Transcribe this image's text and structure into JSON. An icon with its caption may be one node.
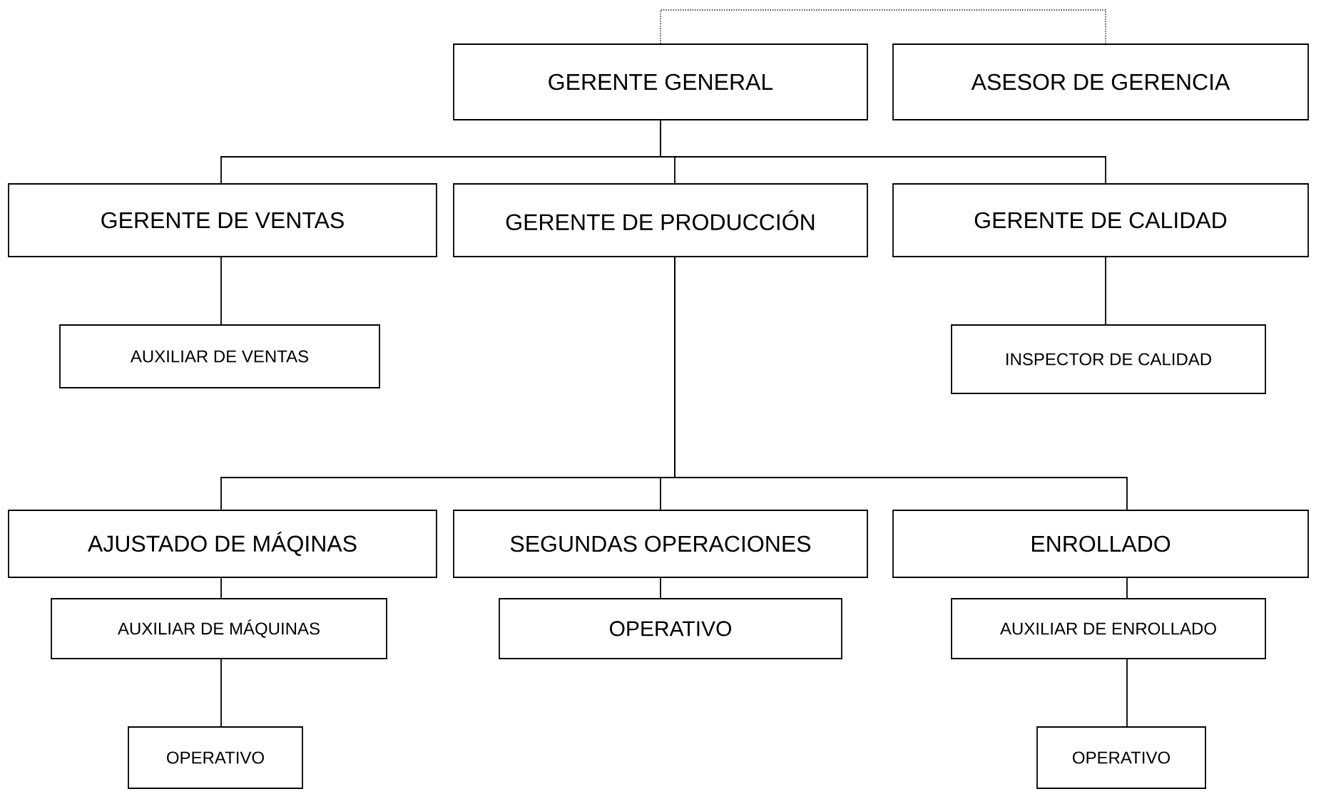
{
  "diagram": {
    "nodes": [
      {
        "text": [
          "GERENTE GENERAL"
        ]
      },
      {
        "text": [
          "ASESOR DE GERENCIA"
        ]
      },
      {
        "text": [
          "GERENTE DE VENTAS"
        ]
      },
      {
        "text": [
          "GERENTE DE PRODUCCIÓN"
        ]
      },
      {
        "text": [
          "GERENTE DE CALIDAD"
        ]
      },
      {
        "text": [
          "AUXILIAR DE VENTAS"
        ]
      },
      {
        "text": [
          "INSPECTOR DE CALIDAD"
        ]
      },
      {
        "text": [
          "AJUSTADO DE MÁQINAS"
        ]
      },
      {
        "text": [
          "SEGUNDAS OPERACIONES"
        ]
      },
      {
        "text": [
          "ENROLLADO"
        ]
      },
      {
        "text": [
          "AUXILIAR DE MÁQUINAS"
        ]
      },
      {
        "text": [
          "OPERATIVO"
        ]
      },
      {
        "text": [
          "AUXILIAR DE ENROLLADO"
        ]
      },
      {
        "text": [
          "OPERATIVO"
        ]
      },
      {
        "text": [
          "OPERATIVO"
        ]
      }
    ],
    "edges": [
      {
        "from": 0,
        "to": 1,
        "arrow": "none",
        "style": "dashed"
      },
      {
        "from": 0,
        "to": 2,
        "arrow": "none"
      },
      {
        "from": 0,
        "to": 3,
        "arrow": "none"
      },
      {
        "from": 0,
        "to": 4,
        "arrow": "none"
      },
      {
        "from": 2,
        "to": 5,
        "arrow": "none"
      },
      {
        "from": 4,
        "to": 6,
        "arrow": "none"
      },
      {
        "from": 3,
        "to": 7,
        "arrow": "none"
      },
      {
        "from": 3,
        "to": 8,
        "arrow": "none"
      },
      {
        "from": 3,
        "to": 9,
        "arrow": "none"
      },
      {
        "from": 7,
        "to": 10,
        "arrow": "none"
      },
      {
        "from": 8,
        "to": 11,
        "arrow": "none"
      },
      {
        "from": 9,
        "to": 12,
        "arrow": "none"
      },
      {
        "from": 10,
        "to": 13,
        "arrow": "none"
      },
      {
        "from": 12,
        "to": 14,
        "arrow": "none"
      }
    ]
  }
}
